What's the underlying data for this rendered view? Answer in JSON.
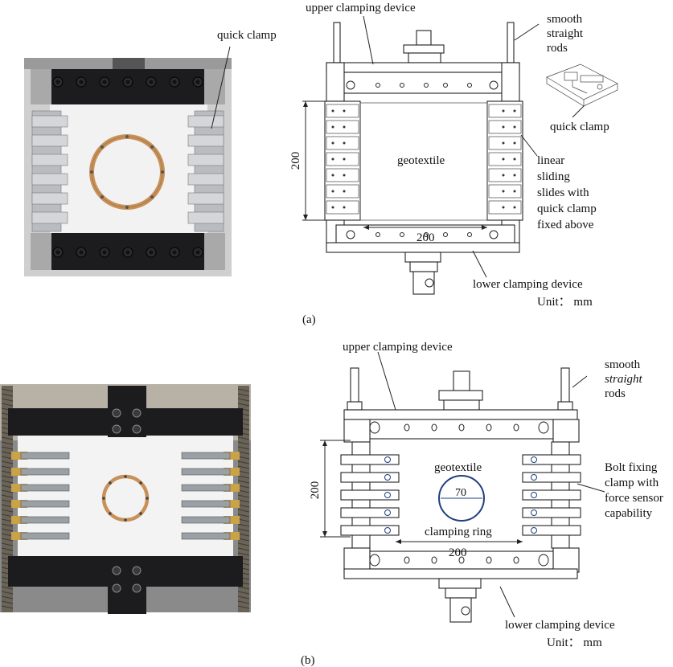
{
  "panel_a": {
    "caption": "(a)",
    "photo_label": "quick clamp",
    "labels": {
      "upper": "upper clamping device",
      "smooth_1": "smooth",
      "smooth_2": "straight",
      "smooth_3": "rods",
      "quick": "quick clamp",
      "geotextile": "geotextile",
      "dim_v": "200",
      "dim_h": "200",
      "linear_1": "linear",
      "linear_2": "sliding",
      "linear_3": "slides with",
      "linear_4": "quick clamp",
      "linear_5": "fixed  above",
      "lower": "lower clamping device",
      "unit": "Unit： mm"
    }
  },
  "panel_b": {
    "caption": "(b)",
    "labels": {
      "upper": "upper clamping device",
      "smooth_1": "smooth",
      "smooth_2": "straight",
      "smooth_3": "rods",
      "geotextile": "geotextile",
      "ring_dim": "70",
      "ring": "clamping ring",
      "dim_v": "200",
      "dim_h": "200",
      "bolt_1": "Bolt fixing",
      "bolt_2": "clamp with",
      "bolt_3": "force sensor",
      "bolt_4": "capability",
      "lower": "lower clamping device",
      "unit": "Unit： mm"
    }
  },
  "colors": {
    "ring": "#c8915a",
    "clamp_black": "#1c1c1e",
    "brass": "#c9a24a",
    "steel": "#9aa0a6",
    "dim_circle": "#1f3f80"
  }
}
